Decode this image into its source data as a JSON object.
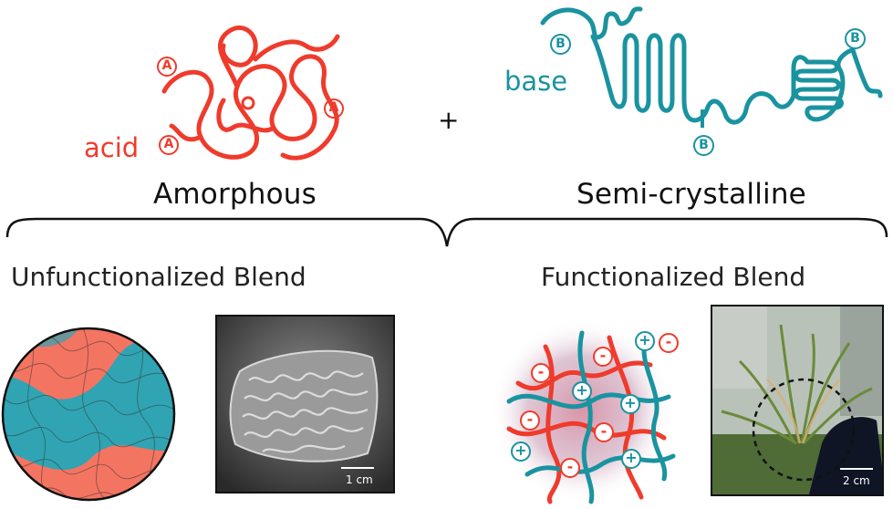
{
  "top": {
    "acid_label": "acid",
    "base_label": "base",
    "plus": "+",
    "amorphous_label": "Amorphous",
    "semicrystalline_label": "Semi-crystalline",
    "acid_group": "A",
    "base_group": "B",
    "acid_color": "#ef3b2c",
    "base_color": "#1a93a0"
  },
  "bottom": {
    "left_title": "Unfunctionalized Blend",
    "right_title": "Functionalized Blend",
    "left_scale": "1 cm",
    "right_scale": "2 cm",
    "plus_sign": "+",
    "minus_sign": "-"
  }
}
